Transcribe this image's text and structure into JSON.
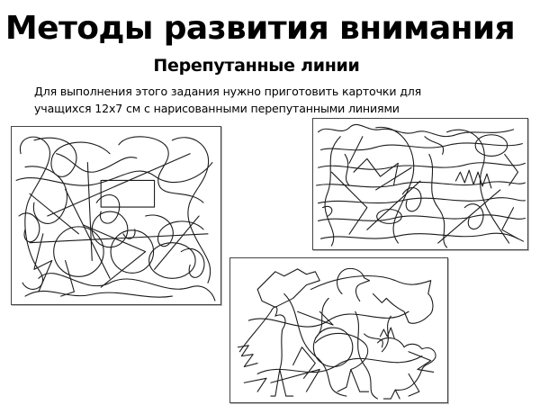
{
  "slide": {
    "title": "Методы развития внимания",
    "subtitle": "Перепутанные линии",
    "body_lines": [
      "Для выполнения этого задания нужно приготовить карточки для",
      "учащихся 12х7 см с нарисованными перепутанными линиями"
    ]
  },
  "cards": [
    {
      "name": "tangled-lines-card-abstract",
      "depicts": "tangled abstract looping lines"
    },
    {
      "name": "tangled-lines-card-dense",
      "depicts": "dense tangled lines with hidden animal outlines"
    },
    {
      "name": "tangled-lines-card-animals",
      "depicts": "overlapping outlines of horse, goose, rooster and birds"
    }
  ],
  "colors": {
    "background": "#ffffff",
    "text": "#000000",
    "line_art": "#1a1a1a",
    "card_border": "#444444"
  }
}
